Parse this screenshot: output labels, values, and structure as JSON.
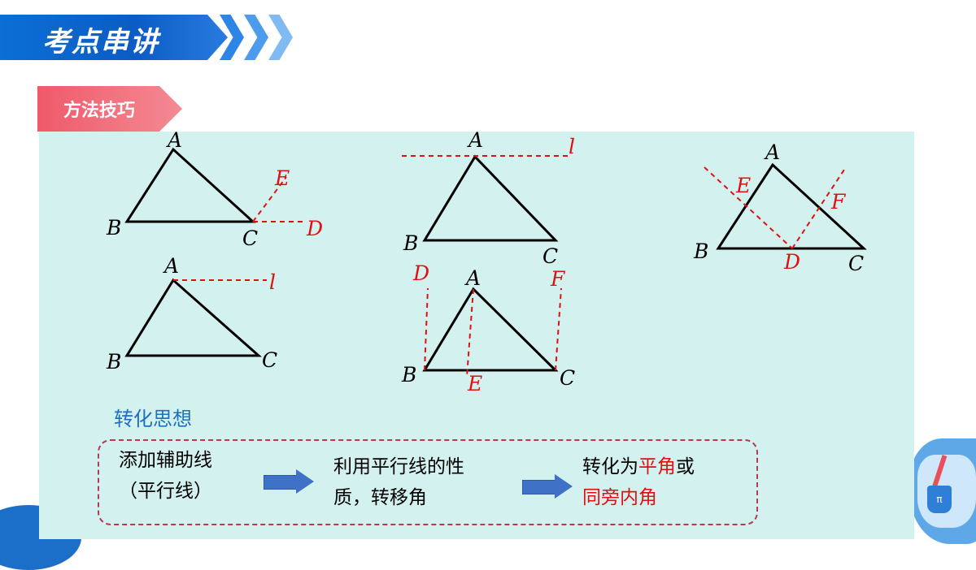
{
  "header": {
    "title": "考点串讲"
  },
  "section": {
    "label": "方法技巧"
  },
  "figures": {
    "fig1": {
      "labels": {
        "A": "A",
        "B": "B",
        "C": "C",
        "D": "D",
        "E": "E"
      }
    },
    "fig2": {
      "labels": {
        "A": "A",
        "B": "B",
        "C": "C",
        "l": "l"
      }
    },
    "fig3": {
      "labels": {
        "A": "A",
        "B": "B",
        "C": "C",
        "l": "l"
      }
    },
    "fig4": {
      "labels": {
        "A": "A",
        "B": "B",
        "C": "C",
        "D": "D",
        "E": "E",
        "F": "F"
      }
    },
    "fig5": {
      "labels": {
        "A": "A",
        "B": "B",
        "C": "C",
        "D": "D",
        "E": "E",
        "F": "F"
      }
    }
  },
  "idea": {
    "title": "转化思想"
  },
  "flow": {
    "step1_line1": "添加辅助线",
    "step1_line2": "（平行线）",
    "step2_line1": "利用平行线的性",
    "step2_line2": "质，转移角",
    "step3_prefix": "转化为",
    "step3_highlight1": "平角",
    "step3_mid": "或",
    "step3_highlight2": "同旁内角"
  },
  "colors": {
    "accent_blue": "#0b5cc4",
    "tag_red": "#ef5a6a",
    "panel_bg": "#d3f1ee",
    "aux_line_red": "#e01010"
  }
}
